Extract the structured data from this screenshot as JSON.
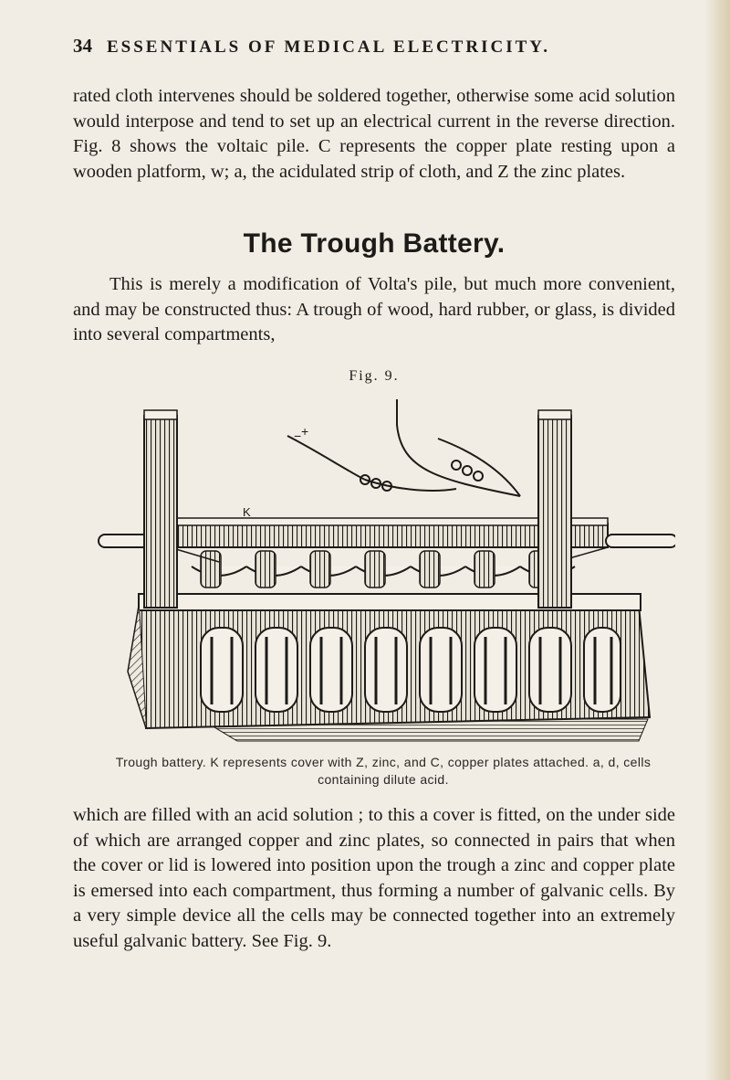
{
  "header": {
    "page_number": "34",
    "running_title": "ESSENTIALS OF MEDICAL ELECTRICITY."
  },
  "paragraphs": {
    "p1": "rated cloth intervenes should be soldered together, otherwise some acid solution would interpose and tend to set up an electrical current in the reverse direction. Fig. 8 shows the voltaic pile. C represents the copper plate resting upon a wooden platform, w; a, the acidulated strip of cloth, and Z the zinc plates.",
    "p2": "This is merely a modification of Volta's pile, but much more convenient, and may be constructed thus: A trough of wood, hard rubber, or glass, is divided into several compartments,",
    "p3": "which are filled with an acid solution ; to this a cover is fitted, on the under side of which are arranged copper and zinc plates, so connected in pairs that when the cover or lid is lowered into position upon the trough a zinc and copper plate is emersed into each compartment, thus forming a number of galvanic cells. By a very simple device all the cells may be connected together into an extremely useful galvanic battery. See Fig. 9."
  },
  "section_title": "The Trough Battery.",
  "figure": {
    "label": "Fig. 9.",
    "caption": "Trough battery. K represents cover with Z, zinc, and C, copper plates attached. a, d, cells containing dilute acid.",
    "marks": {
      "k": "K",
      "minus": "−",
      "plus": "+"
    }
  },
  "colors": {
    "paper": "#f1ede4",
    "ink": "#1d1b18"
  }
}
